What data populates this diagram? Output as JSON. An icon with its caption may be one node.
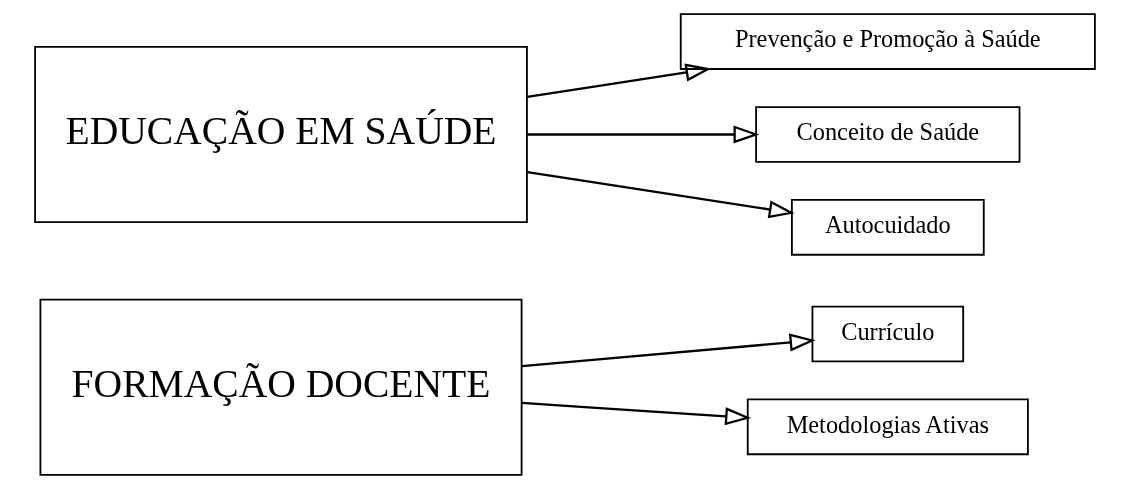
{
  "diagram": {
    "nodes": [
      {
        "text": [
          "FORMAÇÃO DOCENTE"
        ]
      },
      {
        "text": [
          "Currículo"
        ]
      },
      {
        "text": [
          "Metodologias Ativas"
        ]
      },
      {
        "text": [
          "EDUCAÇÃO EM SAÚDE"
        ]
      },
      {
        "text": [
          "Prevenção e Promoção à Saúde"
        ]
      },
      {
        "text": [
          "Conceito de Saúde"
        ]
      },
      {
        "text": [
          "Autocuidado"
        ]
      }
    ],
    "edges": [
      {
        "from": 0,
        "to": 1,
        "arrow": "to"
      },
      {
        "from": 0,
        "to": 2,
        "arrow": "to"
      },
      {
        "from": 3,
        "to": 4,
        "arrow": "to"
      },
      {
        "from": 3,
        "to": 5,
        "arrow": "to"
      },
      {
        "from": 3,
        "to": 6,
        "arrow": "to"
      }
    ]
  }
}
